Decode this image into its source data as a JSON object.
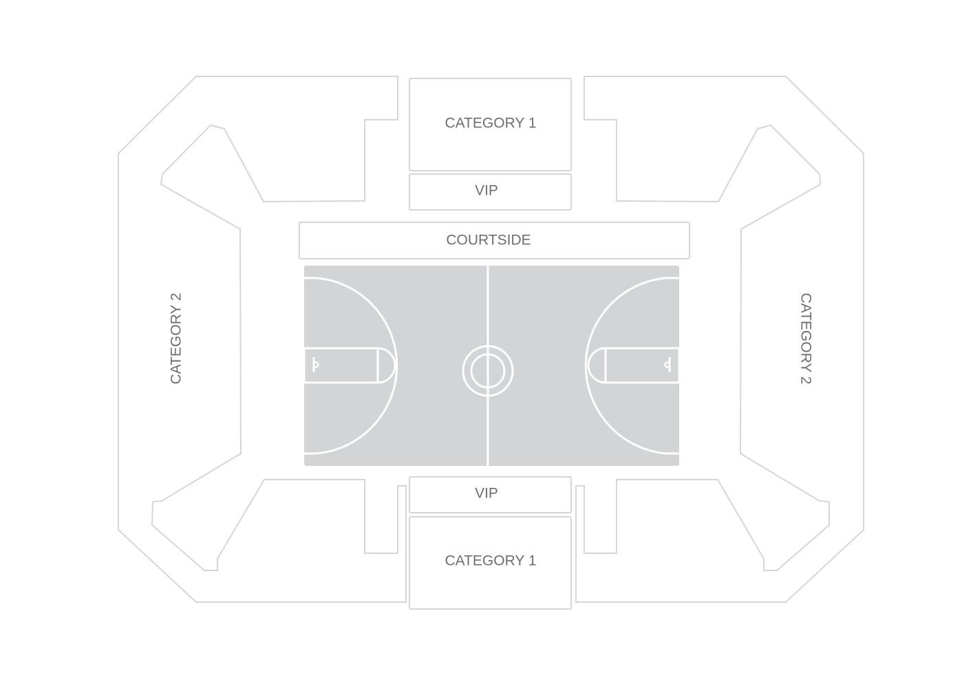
{
  "colors": {
    "background": "#ffffff",
    "section_stroke": "#d6d6d6",
    "court": "#d3d4d6",
    "court_lines": "#ffffff",
    "label": "#6e6e6e"
  },
  "sections": {
    "top_category": "CATEGORY 1",
    "top_vip": "VIP",
    "courtside": "COURTSIDE",
    "bottom_vip": "VIP",
    "bottom_category": "CATEGORY 1",
    "left_category": "CATEGORY 2",
    "right_category": "CATEGORY 2"
  }
}
